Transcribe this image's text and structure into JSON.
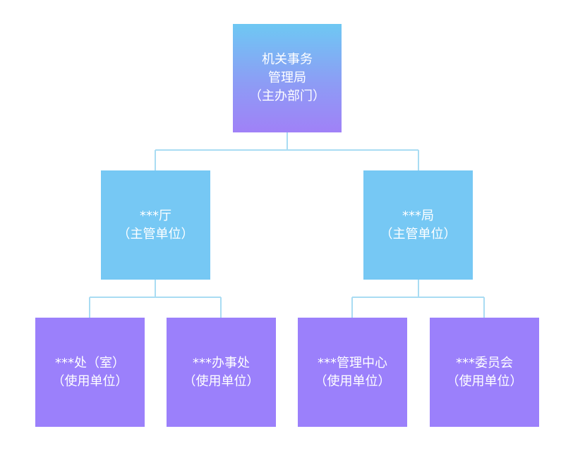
{
  "colors": {
    "connector": "#a9dcf3",
    "root_gradient_top": "#6ec8f3",
    "root_gradient_bottom": "#a081f7",
    "mid_level": "#76c8f4",
    "leaf_level": "#9b80fb",
    "text": "#ffffff"
  },
  "root": {
    "lines": [
      "机关事务",
      "管理局",
      "（主办部门）"
    ]
  },
  "level2": [
    {
      "lines": [
        "***厅",
        "（主管单位）"
      ]
    },
    {
      "lines": [
        "***局",
        "（主管单位）"
      ]
    }
  ],
  "level3": [
    {
      "lines": [
        "***处（室）",
        "（使用单位）"
      ]
    },
    {
      "lines": [
        "***办事处",
        "（使用单位）"
      ]
    },
    {
      "lines": [
        "***管理中心",
        "（使用单位）"
      ]
    },
    {
      "lines": [
        "***委员会",
        "（使用单位）"
      ]
    }
  ]
}
